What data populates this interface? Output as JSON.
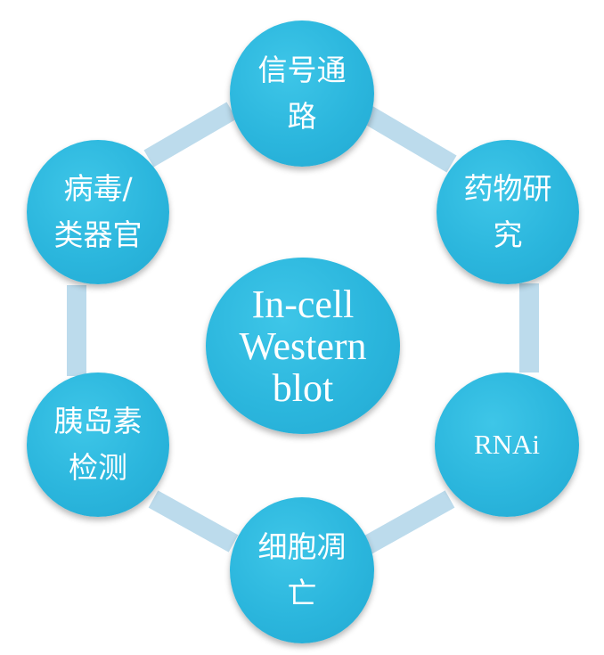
{
  "colors": {
    "node_fill": "#2bb6dd",
    "ring_connector": "#bcdbec",
    "text": "#ffffff",
    "background": "#ffffff"
  },
  "center": {
    "lines": [
      "In-cell",
      "Western",
      "blot"
    ]
  },
  "nodes": [
    {
      "id": "signaling-pathway",
      "lines": [
        "信号通",
        "路"
      ]
    },
    {
      "id": "drug-research",
      "lines": [
        "药物研",
        "究"
      ]
    },
    {
      "id": "rnai",
      "lines": [
        "RNAi"
      ]
    },
    {
      "id": "apoptosis",
      "lines": [
        "细胞凋",
        "亡"
      ]
    },
    {
      "id": "insulin-detection",
      "lines": [
        "胰岛素",
        "检测"
      ]
    },
    {
      "id": "virus-organoid",
      "lines": [
        "病毒/",
        "类器官"
      ]
    }
  ]
}
